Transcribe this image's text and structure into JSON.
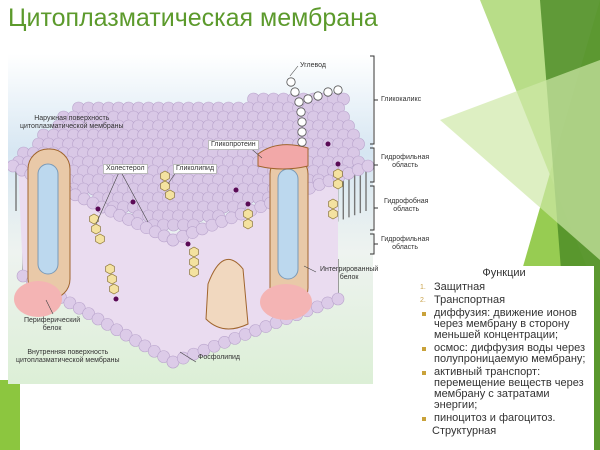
{
  "slide": {
    "title": "Цитоплазматическая мембрана",
    "accent_color": "#5c9a2c"
  },
  "diagram": {
    "labels": {
      "carbohydrate": "Углевод",
      "glycocalyx": "Гликокаликс",
      "outer_surface_1": "Наружная поверхность",
      "outer_surface_2": "цитоплазматической мембраны",
      "glycoprotein": "Гликопротеин",
      "cholesterol": "Холестерол",
      "glycolipid": "Гликолипид",
      "hydrophilic_top_1": "Гидрофильная",
      "hydrophilic_top_2": "область",
      "hydrophobic_1": "Гидрофобная",
      "hydrophobic_2": "область",
      "hydrophilic_bottom_1": "Гидрофильная",
      "hydrophilic_bottom_2": "область",
      "integral_protein_1": "Интегрированный",
      "integral_protein_2": "белок",
      "peripheral_protein_1": "Периферический",
      "peripheral_protein_2": "белок",
      "inner_surface_1": "Внутренняя поверхность",
      "inner_surface_2": "цитоплазматической мембраны",
      "phospholipid": "Фосфолипид"
    }
  },
  "functions": {
    "heading": "Функции",
    "items": [
      {
        "marker": "1.",
        "text": "Защитная"
      },
      {
        "marker": "2.",
        "text": "Транспортная"
      }
    ],
    "subitems": [
      "диффузия: движение ионов через мембрану в сторону меньшей концентрации;",
      "осмос: диффузия воды через полупроницаемую мембрану;",
      "активный транспорт: перемещение веществ через мембрану с затратами энергии;",
      "пиноцитоз и фагоцитоз."
    ],
    "last": "Структурная"
  }
}
